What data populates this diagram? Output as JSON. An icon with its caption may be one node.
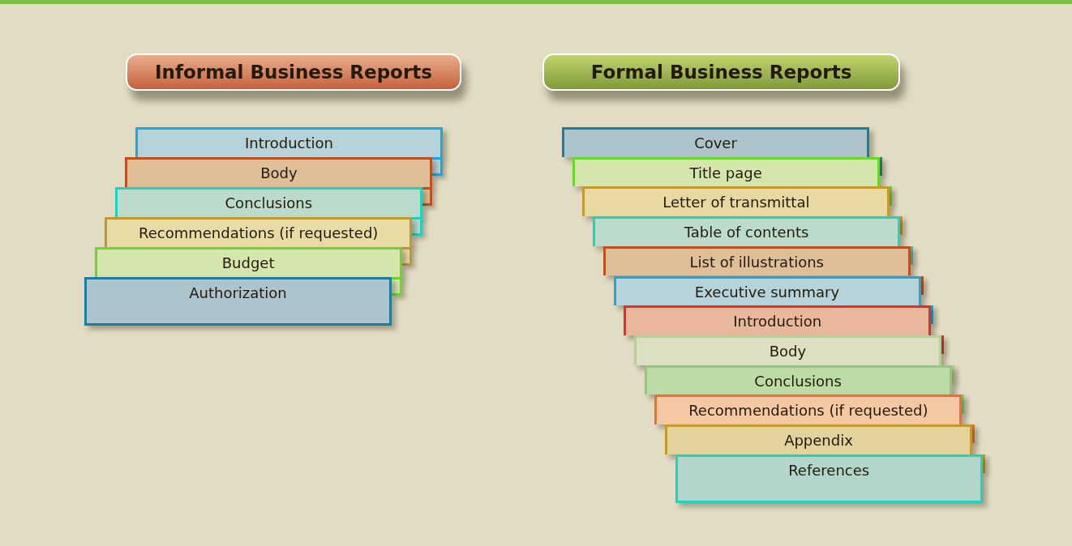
{
  "diagram": {
    "nodes": [
      {
        "text": [
          "Informal Business Reports"
        ]
      },
      {
        "text": [
          "Introduction"
        ]
      },
      {
        "text": [
          "Body"
        ]
      },
      {
        "text": [
          "Conclusions"
        ]
      },
      {
        "text": [
          "Recommendations (if requested)"
        ]
      },
      {
        "text": [
          "Budget"
        ]
      },
      {
        "text": [
          "Authorization"
        ]
      },
      {
        "text": [
          "Formal Business Reports"
        ]
      },
      {
        "text": [
          "Cover"
        ]
      },
      {
        "text": [
          "Title page"
        ]
      },
      {
        "text": [
          "Letter of transmittal"
        ]
      },
      {
        "text": [
          "Table of contents"
        ]
      },
      {
        "text": [
          "List of illustrations"
        ]
      },
      {
        "text": [
          "Executive summary"
        ]
      },
      {
        "text": [
          "Introduction"
        ]
      },
      {
        "text": [
          "Body"
        ]
      },
      {
        "text": [
          "Conclusions"
        ]
      },
      {
        "text": [
          "Recommendations (if requested)"
        ]
      },
      {
        "text": [
          "Appendix"
        ]
      },
      {
        "text": [
          "References"
        ]
      }
    ]
  }
}
